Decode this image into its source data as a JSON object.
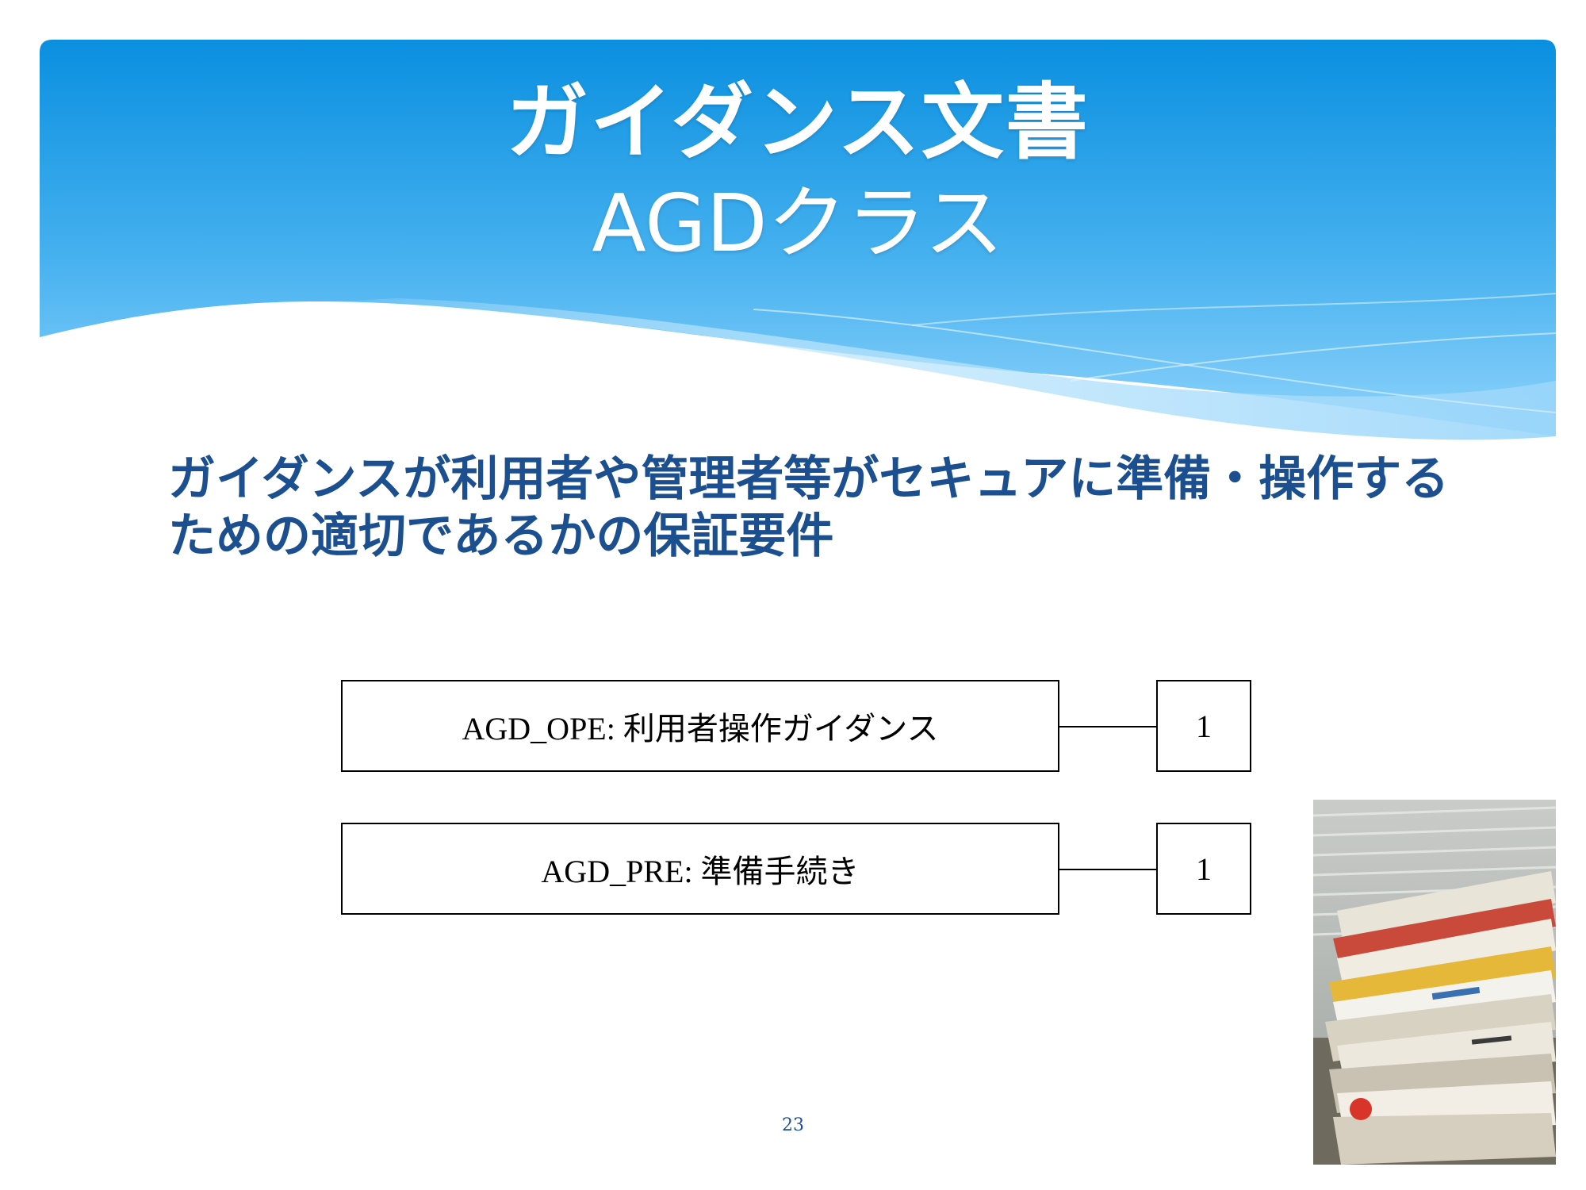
{
  "slide": {
    "title_line1": "ガイダンス文書",
    "title_line2": "AGDクラス",
    "subtitle": "ガイダンスが利用者や管理者等がセキュアに準備・操作するための適切であるかの保証要件",
    "page_number": "23"
  },
  "components": [
    {
      "label": "AGD_OPE: 利用者操作ガイダンス",
      "level": "1"
    },
    {
      "label": "AGD_PRE: 準備手続き",
      "level": "1"
    }
  ],
  "colors": {
    "banner_top": "#0a8fe0",
    "banner_bottom": "#79c7f7",
    "subtitle_text": "#1b4f8f",
    "box_border": "#000000"
  },
  "decorations": {
    "photo": "stack-of-papers-photo"
  }
}
